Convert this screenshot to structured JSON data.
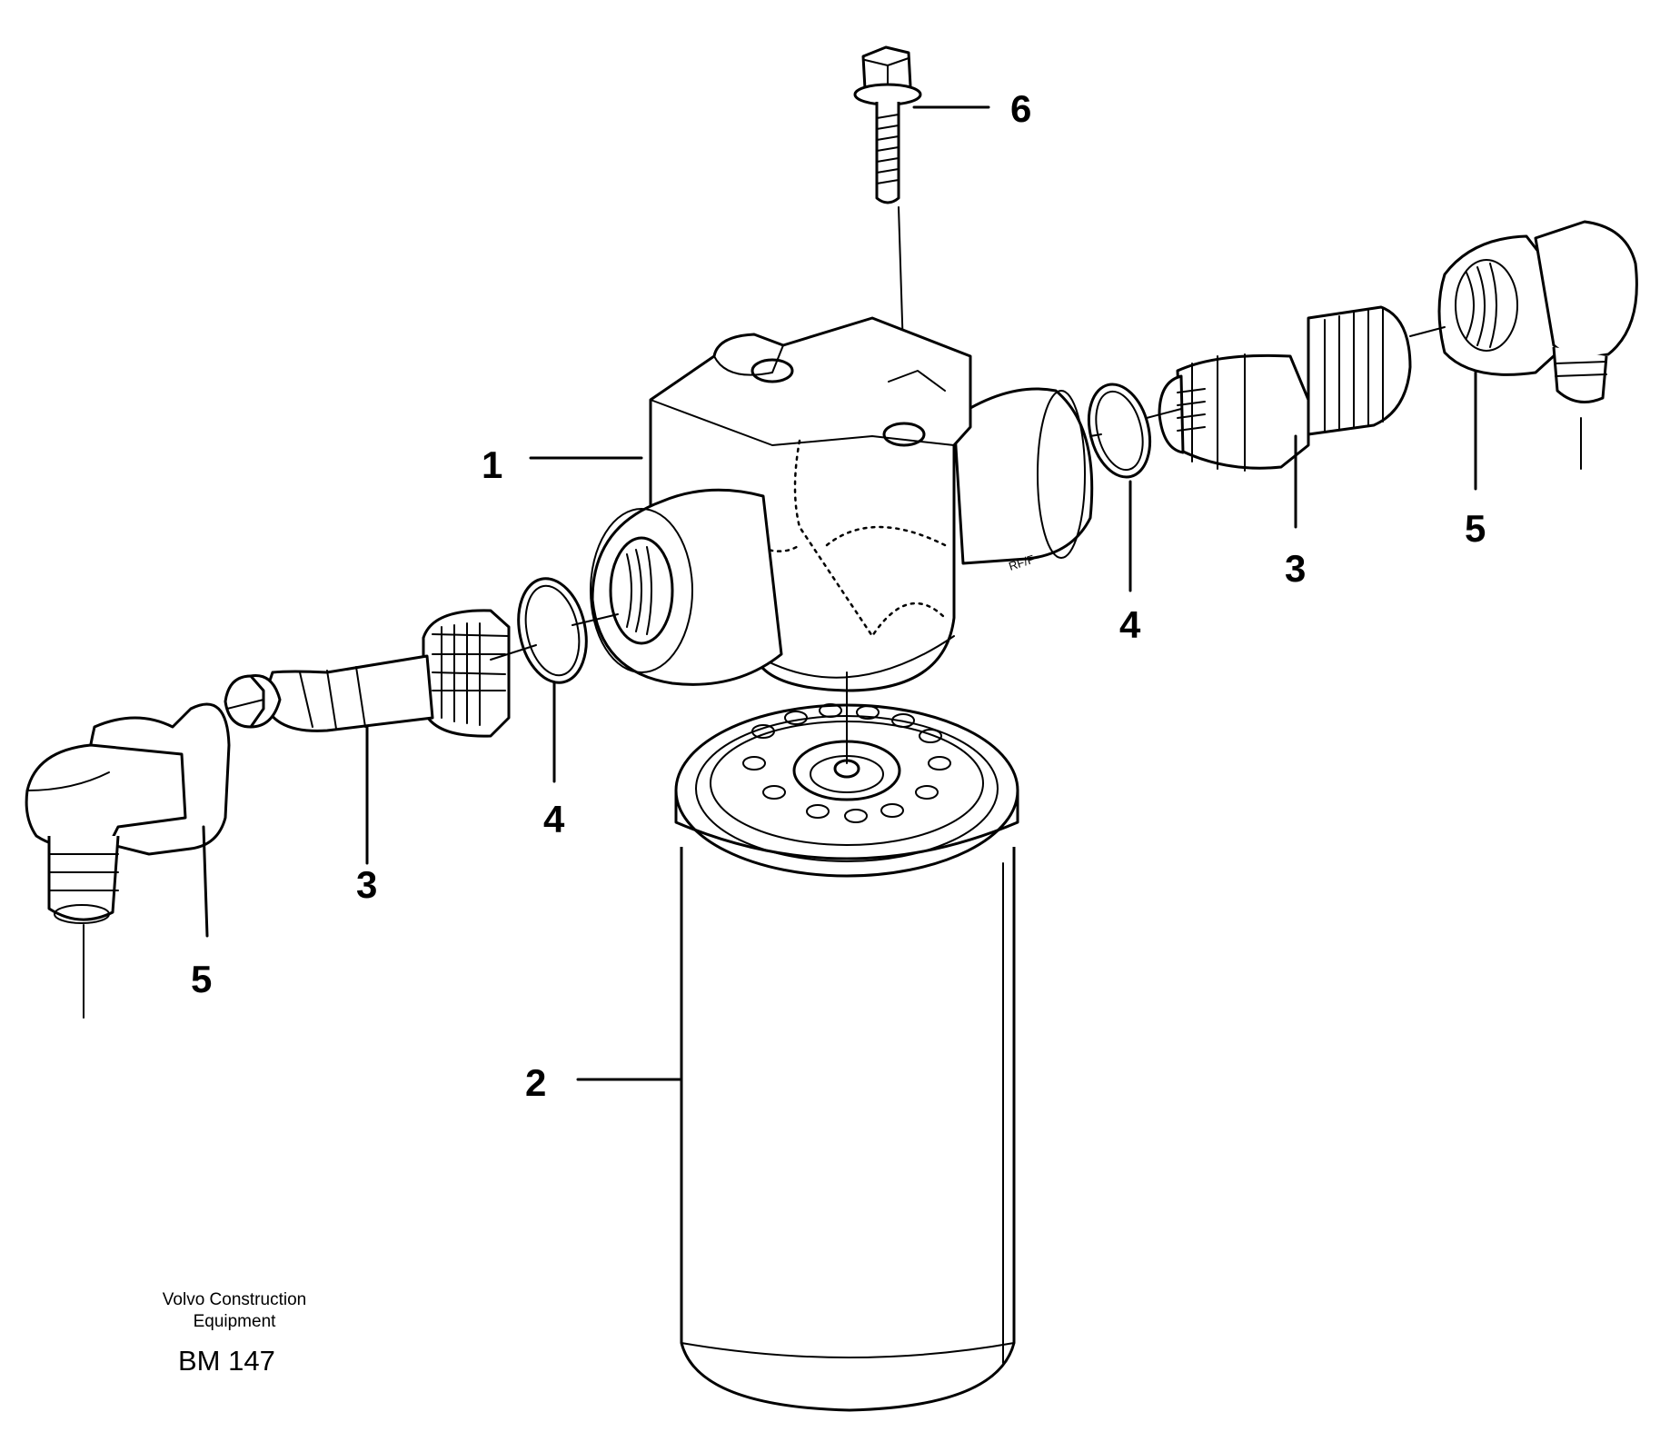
{
  "diagram": {
    "callouts": {
      "c1": "1",
      "c2": "2",
      "c3_left": "3",
      "c3_right": "3",
      "c4_left": "4",
      "c4_right": "4",
      "c5_left": "5",
      "c5_right": "5",
      "c6": "6"
    }
  },
  "footer": {
    "company_line1": "Volvo Construction",
    "company_line2": "Equipment",
    "figure_code": "BM 147"
  }
}
